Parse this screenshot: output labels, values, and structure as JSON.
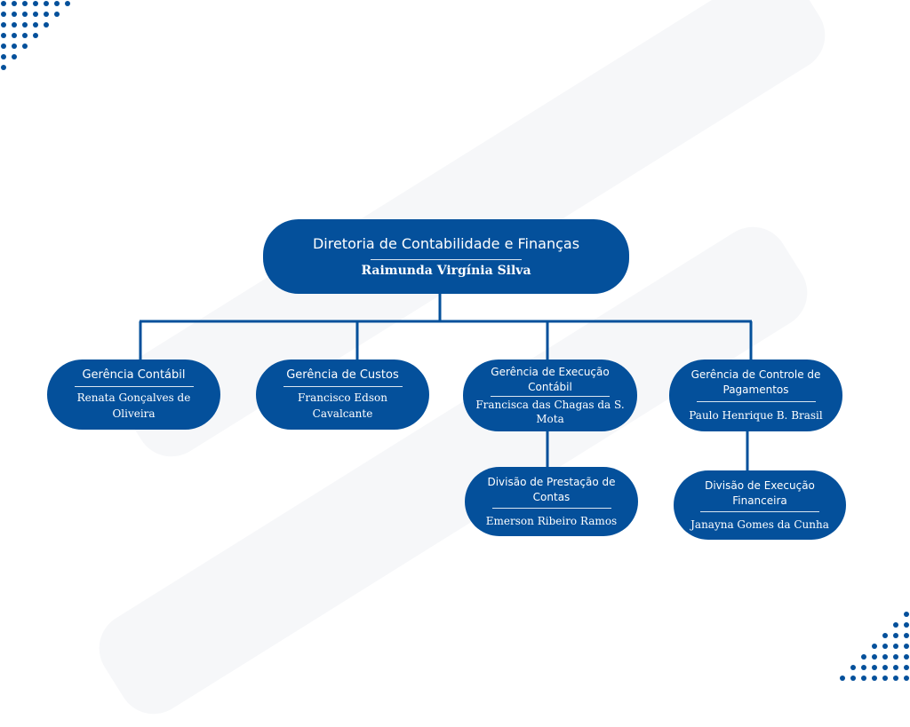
{
  "colors": {
    "node_fill": "#04509b",
    "connector": "#04509b",
    "dot": "#04509b",
    "background": "#ffffff"
  },
  "root": {
    "title": "Diretoria de Contabilidade e Finanças",
    "person": "Raimunda Virgínia Silva"
  },
  "managers": [
    {
      "title": "Gerência Contábil",
      "person": "Renata Gonçalves de Oliveira"
    },
    {
      "title": "Gerência de Custos",
      "person": "Francisco Edson Cavalcante"
    },
    {
      "title": "Gerência de Execução Contábil",
      "person": "Francisca das Chagas da S. Mota"
    },
    {
      "title": "Gerência de Controle de Pagamentos",
      "person": "Paulo Henrique B. Brasil"
    }
  ],
  "divisions": [
    {
      "title": "Divisão de Prestação de Contas",
      "person": "Emerson Ribeiro Ramos"
    },
    {
      "title": "Divisão de Execução Financeira",
      "person": "Janayna Gomes da Cunha"
    }
  ]
}
